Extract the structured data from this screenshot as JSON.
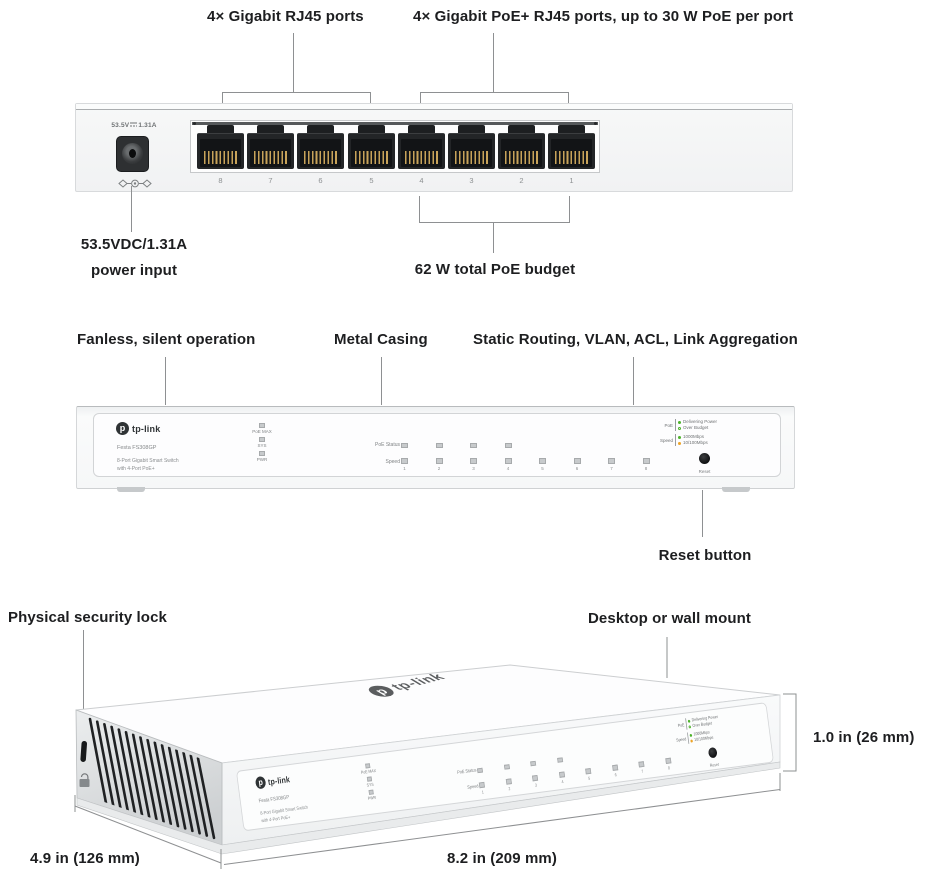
{
  "rear": {
    "callout_nonpoe": "4× Gigabit RJ45 ports",
    "callout_poe": "4× Gigabit PoE+ RJ45 ports, up to 30 W PoE per port",
    "callout_budget": "62 W total PoE budget",
    "power_callout_line1": "53.5VDC/1.31A",
    "power_callout_line2": "power input",
    "power_rating_v": "53.5V",
    "power_rating_a": "1.31A",
    "port_numbers": [
      "8",
      "7",
      "6",
      "5",
      "4",
      "3",
      "2",
      "1"
    ]
  },
  "front": {
    "callout_fanless": "Fanless, silent operation",
    "callout_metal": "Metal Casing",
    "callout_features": "Static Routing, VLAN, ACL, Link Aggregation",
    "callout_reset": "Reset button",
    "brand": "tp-link",
    "brand_mark": "p",
    "model": "Festa FS308GP",
    "subtitle1": "8-Port Gigabit Smart Switch",
    "subtitle2": "with 4-Port PoE+",
    "led_column": [
      "PoE MAX",
      "SYS",
      "PWR"
    ],
    "row1_label": "PoE Status",
    "row2_label": "Speed",
    "port_numbers": [
      "1",
      "2",
      "3",
      "4",
      "5",
      "6",
      "7",
      "8"
    ],
    "legend": {
      "poe_label": "PoE",
      "poe_green": "Delivering Power",
      "poe_blink": "Over Budget",
      "speed_label": "Speed",
      "speed_green": "1000Mbps",
      "speed_yellow": "10/100Mbps"
    },
    "reset_label": "Reset"
  },
  "bottom": {
    "callout_lock": "Physical security lock",
    "callout_mount": "Desktop or wall mount",
    "dim_height": "1.0 in (26 mm)",
    "dim_depth": "4.9 in (126 mm)",
    "dim_width": "8.2 in (209 mm)"
  },
  "colors": {
    "led_green": "#4db32a",
    "led_yellow": "#eda427",
    "line_gray": "#8e9092",
    "text_dark": "#1d1e20"
  }
}
